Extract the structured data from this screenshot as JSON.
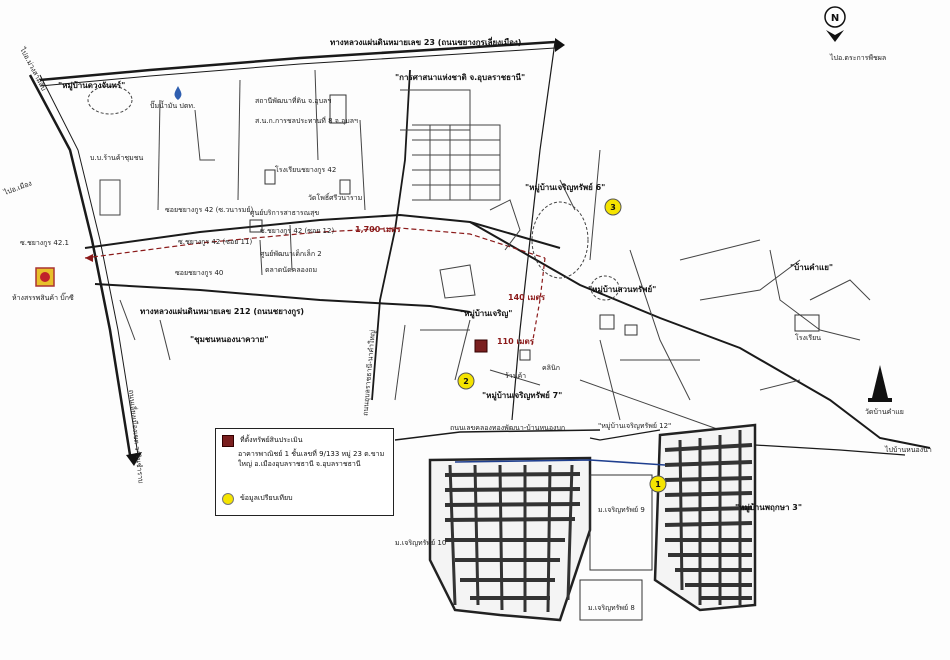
{
  "map": {
    "compass_letter": "N",
    "roads": {
      "highway_23": "ทางหลวงแผ่นดินหมายเลข 23 (ถนนชยางกูรเลี่ยงเมือง)",
      "highway_212": "ทางหลวงแผ่นดินหมายเลข 212 (ถนนชยางกูร)",
      "soi_43": "ซอยชยางกูร 42 (ซ.วนารมย์)",
      "soi_40": "ซอยชยางกูร 40",
      "soi_42_1": "ซ.ชยางกูร 42.1",
      "soi_42_2": "ซ.ชยางกูร 42",
      "soi_11": "ซ.ชยางกูร 42 (ซอย 11)",
      "soi_12": "ซ.ชยางกูร 42 (ซอย 12)",
      "to_ubon": "ไปอ.ตระการพืชผล",
      "to_muang": "ไปอ.เมือง",
      "to_right": "ไปบ้านหนองนา",
      "to_left_top": "ไปอ.ม่วงสามสิบ",
      "warin_road": "ถนนเลี่ยงเมืองเขต-วารินชำราบ",
      "lake_road": "ถนนเลขคลองทองพัฒนา-บ้านหนองบก",
      "vertical_road": "ถนนอุบลราชธานี-นาคำใหญ่"
    },
    "places": {
      "village_kongjan": "\"หมู่บ้านดวงจันทร์\"",
      "national_museum": "\"การศาสนาแห่งชาติ จ.อุบลราชธานี\"",
      "agri_office": "สถานีพัฒนาที่ดิน จ.อุบลฯ",
      "rice_office": "ส.น.ก.การชลประทานที่ 8 จ.อุบลฯ",
      "school": "โรงเรียนชยางกูร 42",
      "temple_nong": "วัดโพธิ์ศรีวนาราม",
      "health_center": "ศูนย์บริการสาธารณสุข",
      "kindergarten": "ศูนย์พัฒนาเด็กเล็ก 2",
      "market": "ตลาดนัดคลองถม",
      "dept_store": "ห้างสรรพสินค้า บิ๊กซี",
      "village_charoen6": "\"หมู่บ้านเจริญทรัพย์ 6\"",
      "village_charoen7": "\"หมู่บ้านเจริญทรัพย์ 7\"",
      "village_charoen12": "\"หมู่บ้านเจริญทรัพย์ 12\"",
      "village_charoen10": "ม.เจริญทรัพย์ 10",
      "village_charoen8": "ม.เจริญทรัพย์ 8",
      "village_charoen9": "ม.เจริญทรัพย์ 9",
      "village_charoen_rung": "\"หมู่บ้านเจริญ\"",
      "village_sa": "\"หมู่บ้านสวนทรัพย์\"",
      "village_pruksa": "\"หมู่บ้านพฤกษา 3\"",
      "village_kham": "\"บ้านคำแย\"",
      "community": "\"ชุมชนหนองนาควาย\"",
      "temple_right": "วัดบ้านคำแย",
      "school_right": "โรงเรียน",
      "gas": "ปั๊มน้ำมัน ปตท.",
      "store_small": "บ.บ.ร้านค้าชุมชน",
      "distance_main": "1,700 เมตร",
      "distance_mid": "140 เมตร",
      "distance_small": "110 เมตร",
      "clinic": "คลินิก",
      "shop": "ร้านค้า"
    },
    "markers": {
      "m1": "1",
      "m2": "2",
      "m3": "3"
    },
    "legend": {
      "subject_label": "ที่ตั้งทรัพย์สินประเมิน",
      "subject_detail": "อาคารพาณิชย์ 1 ชั้นเลขที่ 9/133 หมู่ 23 ต.ขามใหญ่ อ.เมืองอุบลราชธานี จ.อุบลราชธานี",
      "comparable_label": "ข้อมูลเปรียบเทียบ"
    },
    "colors": {
      "subject": "#7a1f1f",
      "comparable": "#f5e400",
      "distance_line": "#8b1a1a",
      "canal": "#1f3f8f"
    }
  }
}
